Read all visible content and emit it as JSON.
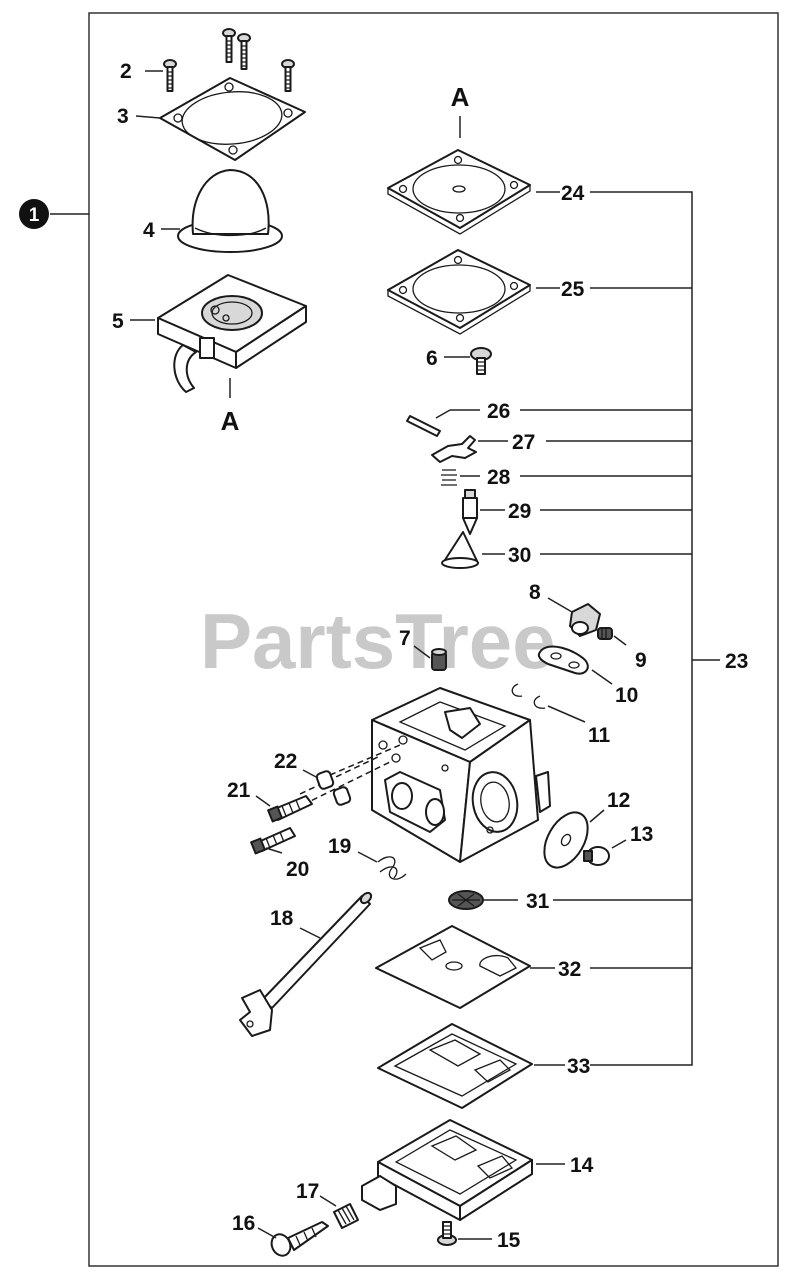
{
  "watermark": "PartsTree",
  "assembly_marker": "1",
  "connector_marks": {
    "top": "A",
    "bottom": "A"
  },
  "callouts": {
    "c2": "2",
    "c3": "3",
    "c4": "4",
    "c5": "5",
    "c6": "6",
    "c7": "7",
    "c8": "8",
    "c9": "9",
    "c10": "10",
    "c11": "11",
    "c12": "12",
    "c13": "13",
    "c14": "14",
    "c15": "15",
    "c16": "16",
    "c17": "17",
    "c18": "18",
    "c19": "19",
    "c20": "20",
    "c21": "21",
    "c22": "22",
    "c23": "23",
    "c24": "24",
    "c25": "25",
    "c26": "26",
    "c27": "27",
    "c28": "28",
    "c29": "29",
    "c30": "30",
    "c31": "31",
    "c32": "32",
    "c33": "33"
  },
  "colors": {
    "ink": "#1a1a1a",
    "watermark": "#c9c9c9",
    "background": "#ffffff"
  }
}
